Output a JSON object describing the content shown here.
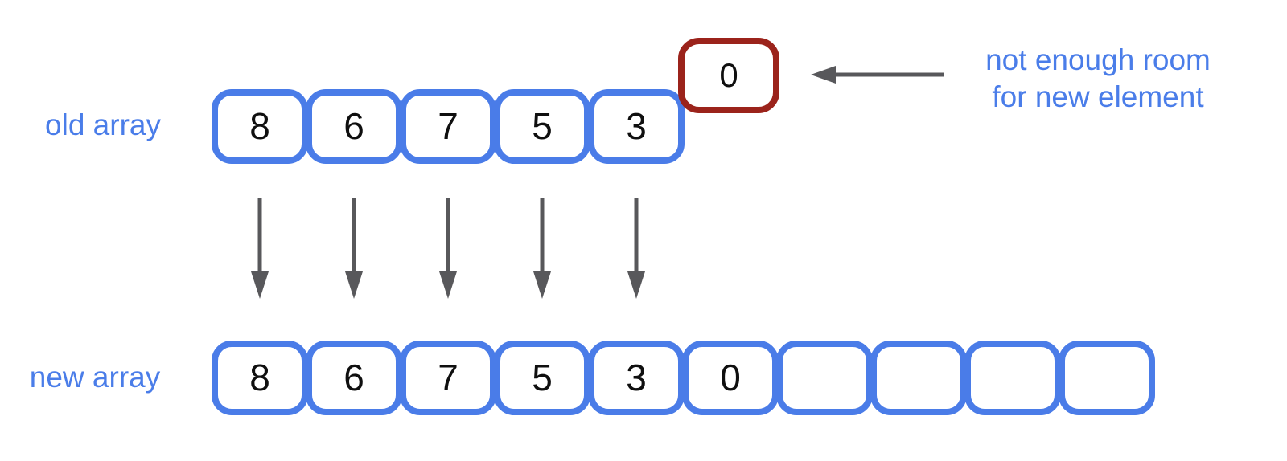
{
  "old_array": {
    "label": "old array",
    "cells": [
      "8",
      "6",
      "7",
      "5",
      "3"
    ]
  },
  "new_array": {
    "label": "new array",
    "cells": [
      "8",
      "6",
      "7",
      "5",
      "3",
      "0",
      "",
      "",
      "",
      ""
    ]
  },
  "overflow_cell": {
    "value": "0"
  },
  "annotation": {
    "line1": "not enough room",
    "line2": "for new element"
  },
  "colors": {
    "array_blue": "#4a7ce8",
    "label_blue": "#4a7de9",
    "overflow_red": "#9b231b",
    "arrow_gray": "#58585b",
    "number_black": "#0f0f0f"
  },
  "icons": {
    "down_arrows": "down-arrow-icon",
    "pointer_arrow": "left-arrow-icon"
  }
}
